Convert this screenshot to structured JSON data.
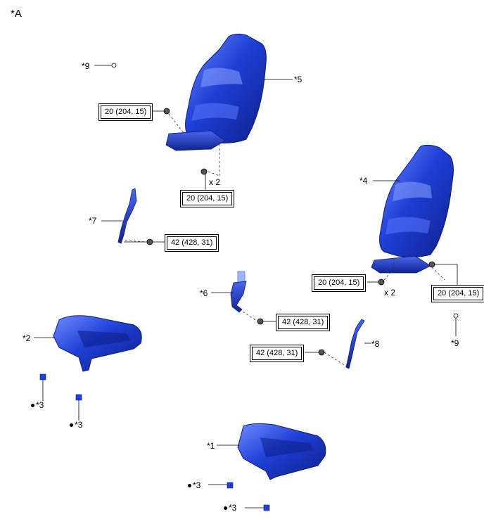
{
  "figure_label": "*A",
  "parts": {
    "p1": "*1",
    "p2": "*2",
    "p3": "*3",
    "p4": "*4",
    "p5": "*5",
    "p6": "*6",
    "p7": "*7",
    "p8": "*8",
    "p9": "*9"
  },
  "torque": {
    "t20": "20 (204, 15)",
    "t42": "42 (428, 31)"
  },
  "quantity": "x 2",
  "colors": {
    "part_blue": "#1f3fd6",
    "part_dark": "#0d1f8a",
    "highlight": "#6f8cff"
  }
}
